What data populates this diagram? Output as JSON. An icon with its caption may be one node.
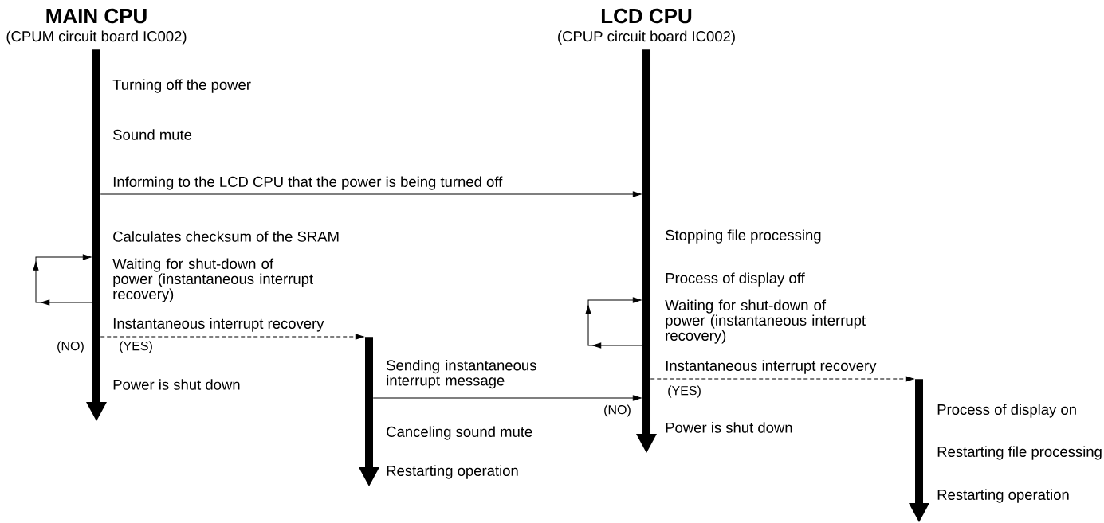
{
  "diagram": {
    "nodes": [
      {
        "text": [
          "MAIN CPU",
          "(CPUM circuit board IC002)"
        ]
      },
      {
        "text": [
          "LCD CPU",
          "(CPUP circuit board IC002)"
        ]
      },
      {
        "text": [],
        "shape": "bar"
      },
      {
        "text": [],
        "shape": "bar"
      }
    ],
    "edges": [
      {
        "from": 0,
        "to": 1,
        "arrow": "to",
        "label": "Informing to the LCD CPU that the power is being turned off"
      },
      {
        "from": 0,
        "to": 0,
        "arrow": "to"
      },
      {
        "from": 0,
        "to": 2,
        "arrow": "to",
        "style": "dashed",
        "label": "Instantaneous interrupt recovery"
      },
      {
        "from": 2,
        "to": 1,
        "arrow": "to",
        "label": "Sending instantaneous interrupt message"
      },
      {
        "from": 1,
        "to": 1,
        "arrow": "to"
      },
      {
        "from": 1,
        "to": 3,
        "arrow": "to",
        "style": "dashed",
        "label": "Instantaneous interrupt recovery"
      }
    ],
    "labels": [
      "Turning off the power",
      "Sound mute",
      "Calculates checksum of the SRAM",
      "Stopping file processing",
      "Waiting for shut-down of power (instantaneous interrupt recovery)",
      "Process of display off",
      "Waiting for shut-down of power (instantaneous interrupt recovery)",
      "(NO)",
      "(YES)",
      "Power is shut down",
      "(NO)",
      "(YES)",
      "Canceling sound mute",
      "Process of display on",
      "Power is shut down",
      "Restarting operation",
      "Restarting file processing",
      "Restarting operation"
    ]
  }
}
